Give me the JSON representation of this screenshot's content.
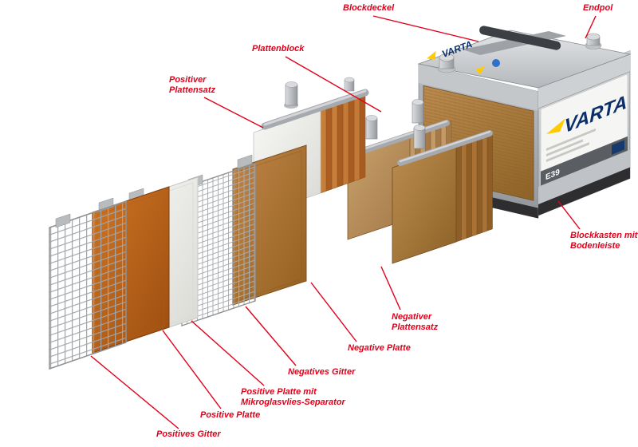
{
  "colors": {
    "label_red": "#e2001a",
    "varta_blue": "#0a2f6b",
    "varta_yellow": "#ffcc00",
    "copper": "#c27a36",
    "fiber_brown": "#b98a4e"
  },
  "labels": {
    "blockdeckel": "Blockdeckel",
    "endpol": "Endpol",
    "plattenblock": "Plattenblock",
    "positiver_plattensatz": {
      "line1": "Positiver",
      "line2": "Plattensatz"
    },
    "blockkasten": {
      "line1": "Blockkasten mit",
      "line2": "Bodenleiste"
    },
    "negativer_plattensatz": {
      "line1": "Negativer",
      "line2": "Plattensatz"
    },
    "negative_platte": "Negative Platte",
    "negatives_gitter": "Negatives Gitter",
    "positive_platte_separator": {
      "line1": "Positive Platte mit",
      "line2": "Mikroglasvlies-Separator"
    },
    "positive_platte": "Positive Platte",
    "positives_gitter": "Positives Gitter"
  },
  "battery": {
    "brand_top": "VARTA",
    "brand_label": "VARTA",
    "model": "E39"
  }
}
